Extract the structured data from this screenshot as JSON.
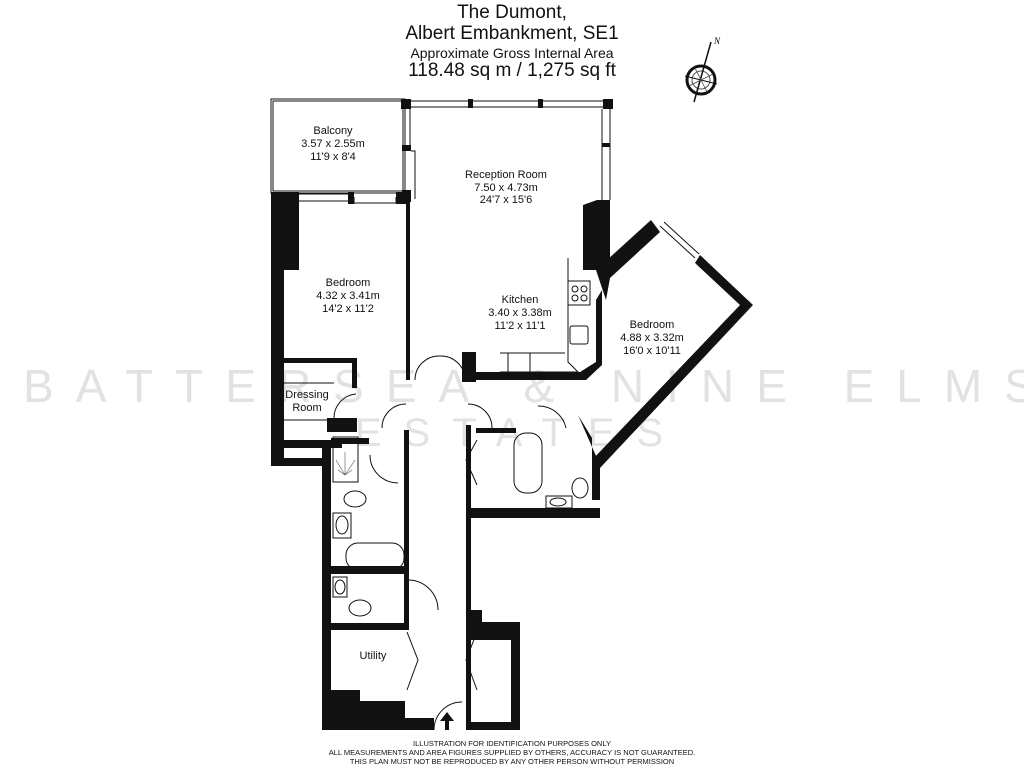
{
  "header": {
    "building": "The Dumont,",
    "address": "Albert Embankment, SE1",
    "area_label": "Approximate Gross Internal Area",
    "area_value": "118.48 sq m  /  1,275 sq ft"
  },
  "compass": {
    "icon": "compass-rose-icon",
    "north_label": "N"
  },
  "rooms": [
    {
      "name": "Balcony",
      "metric": "3.57 x 2.55m",
      "imperial": "11'9 x 8'4"
    },
    {
      "name": "Reception Room",
      "metric": "7.50 x 4.73m",
      "imperial": "24'7 x 15'6"
    },
    {
      "name": "Bedroom",
      "metric": "4.32 x 3.41m",
      "imperial": "14'2 x 11'2"
    },
    {
      "name": "Kitchen",
      "metric": "3.40 x 3.38m",
      "imperial": "11'2 x 11'1"
    },
    {
      "name": "Bedroom",
      "metric": "4.88 x 3.32m",
      "imperial": "16'0 x 10'11"
    },
    {
      "name": "Dressing",
      "name2": "Room"
    },
    {
      "name": "Utility"
    }
  ],
  "watermark": {
    "line1": "BATTERSEA & NINE ELMS",
    "line2": "ESTATES"
  },
  "entrance_icon": "entrance-arrow-icon",
  "footer": {
    "line1": "ILLUSTRATION FOR IDENTIFICATION PURPOSES ONLY",
    "line2": "ALL MEASUREMENTS AND AREA FIGURES SUPPLIED BY OTHERS, ACCURACY IS NOT GUARANTEED.",
    "line3": "THIS PLAN MUST NOT BE REPRODUCED BY ANY OTHER PERSON WITHOUT PERMISSION"
  }
}
